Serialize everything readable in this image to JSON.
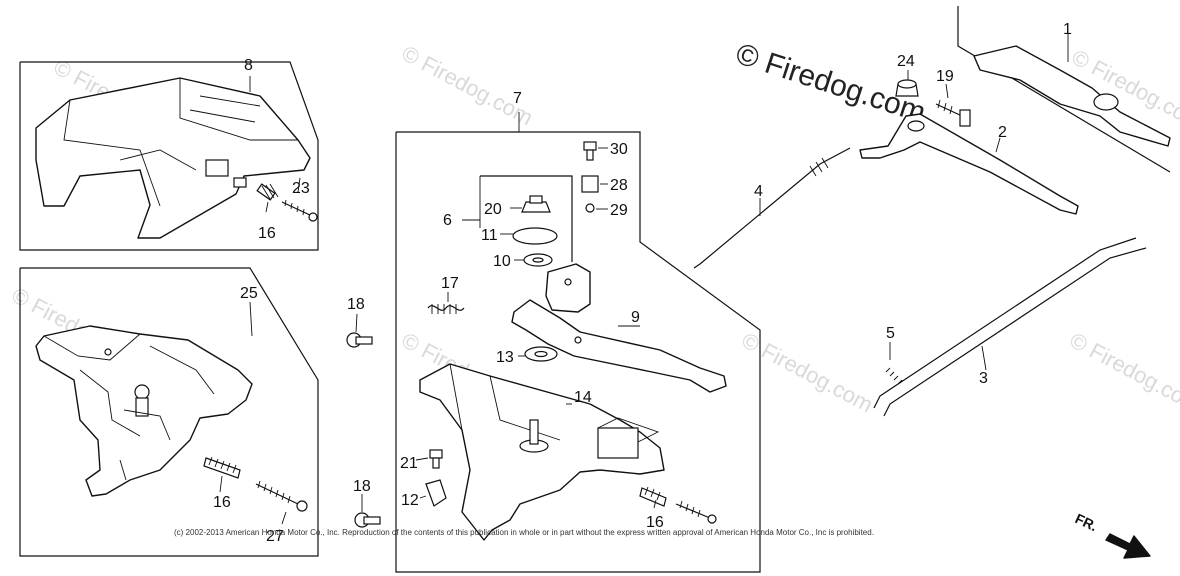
{
  "watermark": {
    "brand_large": "© Firedog.com",
    "brand_faint": "© Firedog.com"
  },
  "copyright": "(c) 2002-2013 American Honda Motor Co., Inc. Reproduction of the contents of this publication in whole or in part without the express written approval of American Honda Motor Co., Inc is prohibited.",
  "direction_label": "FR.",
  "callouts": {
    "c1": "1",
    "c2": "2",
    "c3": "3",
    "c4": "4",
    "c5": "5",
    "c6": "6",
    "c7": "7",
    "c8": "8",
    "c9": "9",
    "c10": "10",
    "c11": "11",
    "c12": "12",
    "c13": "13",
    "c14": "14",
    "c16a": "16",
    "c16b": "16",
    "c16c": "16",
    "c17": "17",
    "c18a": "18",
    "c18b": "18",
    "c19": "19",
    "c20": "20",
    "c21": "21",
    "c23": "23",
    "c24": "24",
    "c25": "25",
    "c27": "27",
    "c28": "28",
    "c29": "29",
    "c30": "30"
  }
}
